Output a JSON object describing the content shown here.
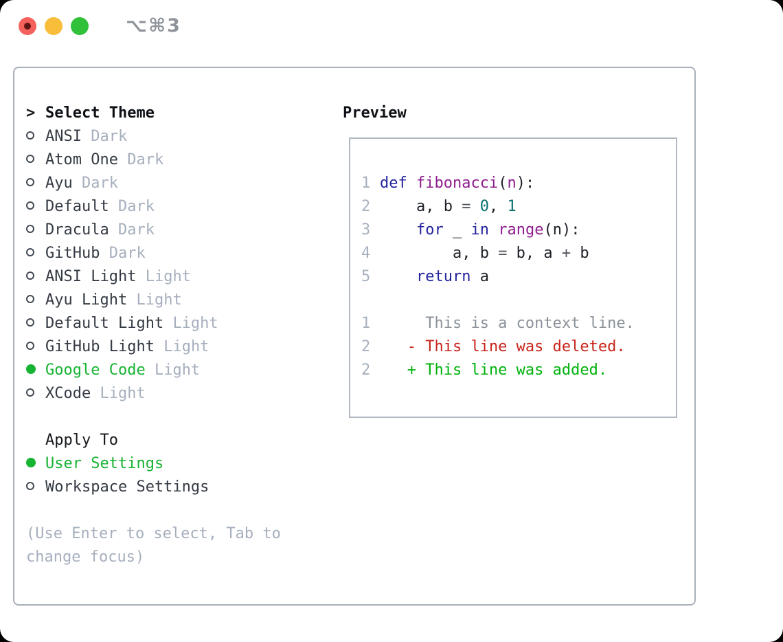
{
  "window": {
    "title": "⌥⌘3",
    "traffic_lights": [
      {
        "name": "close",
        "color": "#f4615c",
        "has_dot": true,
        "dot_color": "#5e1412"
      },
      {
        "name": "minimize",
        "color": "#f8bd3b",
        "has_dot": false
      },
      {
        "name": "zoom",
        "color": "#30c03a",
        "has_dot": false
      }
    ]
  },
  "theme_selector": {
    "prompt": ">",
    "header": "Select Theme",
    "themes": [
      {
        "name": "ANSI",
        "variant": "Dark",
        "selected": false
      },
      {
        "name": "Atom One",
        "variant": "Dark",
        "selected": false
      },
      {
        "name": "Ayu",
        "variant": "Dark",
        "selected": false
      },
      {
        "name": "Default",
        "variant": "Dark",
        "selected": false
      },
      {
        "name": "Dracula",
        "variant": "Dark",
        "selected": false
      },
      {
        "name": "GitHub",
        "variant": "Dark",
        "selected": false
      },
      {
        "name": "ANSI Light",
        "variant": "Light",
        "selected": false
      },
      {
        "name": "Ayu Light",
        "variant": "Light",
        "selected": false
      },
      {
        "name": "Default Light",
        "variant": "Light",
        "selected": false
      },
      {
        "name": "GitHub Light",
        "variant": "Light",
        "selected": false
      },
      {
        "name": "Google Code",
        "variant": "Light",
        "selected": true
      },
      {
        "name": "XCode",
        "variant": "Light",
        "selected": false
      }
    ],
    "apply_to": {
      "header": "Apply To",
      "options": [
        {
          "label": "User Settings",
          "selected": true
        },
        {
          "label": "Workspace Settings",
          "selected": false
        }
      ]
    },
    "hint_line1": "(Use Enter to select, Tab to",
    "hint_line2": "change focus)"
  },
  "preview": {
    "header": "Preview",
    "code_lines": [
      {
        "num": "1",
        "tokens": [
          {
            "t": "def",
            "c": "kw"
          },
          {
            "t": " ",
            "c": "pl"
          },
          {
            "t": "fibonacci",
            "c": "fn"
          },
          {
            "t": "(",
            "c": "pl"
          },
          {
            "t": "n",
            "c": "fn"
          },
          {
            "t": "):",
            "c": "pl"
          }
        ]
      },
      {
        "num": "2",
        "tokens": [
          {
            "t": "    a, b ",
            "c": "pl"
          },
          {
            "t": "=",
            "c": "op"
          },
          {
            "t": " ",
            "c": "pl"
          },
          {
            "t": "0",
            "c": "lit"
          },
          {
            "t": ", ",
            "c": "pl"
          },
          {
            "t": "1",
            "c": "lit"
          }
        ]
      },
      {
        "num": "3",
        "tokens": [
          {
            "t": "    ",
            "c": "pl"
          },
          {
            "t": "for",
            "c": "kw"
          },
          {
            "t": " _ ",
            "c": "pl"
          },
          {
            "t": "in",
            "c": "kw"
          },
          {
            "t": " ",
            "c": "pl"
          },
          {
            "t": "range",
            "c": "fn"
          },
          {
            "t": "(n):",
            "c": "pl"
          }
        ]
      },
      {
        "num": "4",
        "tokens": [
          {
            "t": "        a, b ",
            "c": "pl"
          },
          {
            "t": "=",
            "c": "op"
          },
          {
            "t": " b, a ",
            "c": "pl"
          },
          {
            "t": "+",
            "c": "op"
          },
          {
            "t": " b",
            "c": "pl"
          }
        ]
      },
      {
        "num": "5",
        "tokens": [
          {
            "t": "    ",
            "c": "pl"
          },
          {
            "t": "return",
            "c": "kw"
          },
          {
            "t": " a",
            "c": "pl"
          }
        ]
      }
    ],
    "diff_lines": [
      {
        "num": "1",
        "marker": " ",
        "text": "This is a context line.",
        "kind": "context"
      },
      {
        "num": "2",
        "marker": "-",
        "text": "This line was deleted.",
        "kind": "deleted"
      },
      {
        "num": "2",
        "marker": "+",
        "text": "This line was added.",
        "kind": "added"
      }
    ]
  },
  "colors": {
    "accent_green": "#17b332",
    "panel_border": "#a9b0ba",
    "muted_gray": "#a6afbd",
    "syntax_keyword": "#24249f",
    "syntax_function": "#8e1d8e",
    "syntax_literal": "#0a7070",
    "diff_context": "#8b9199",
    "diff_deleted": "#c9251c",
    "diff_added": "#00b10b"
  }
}
